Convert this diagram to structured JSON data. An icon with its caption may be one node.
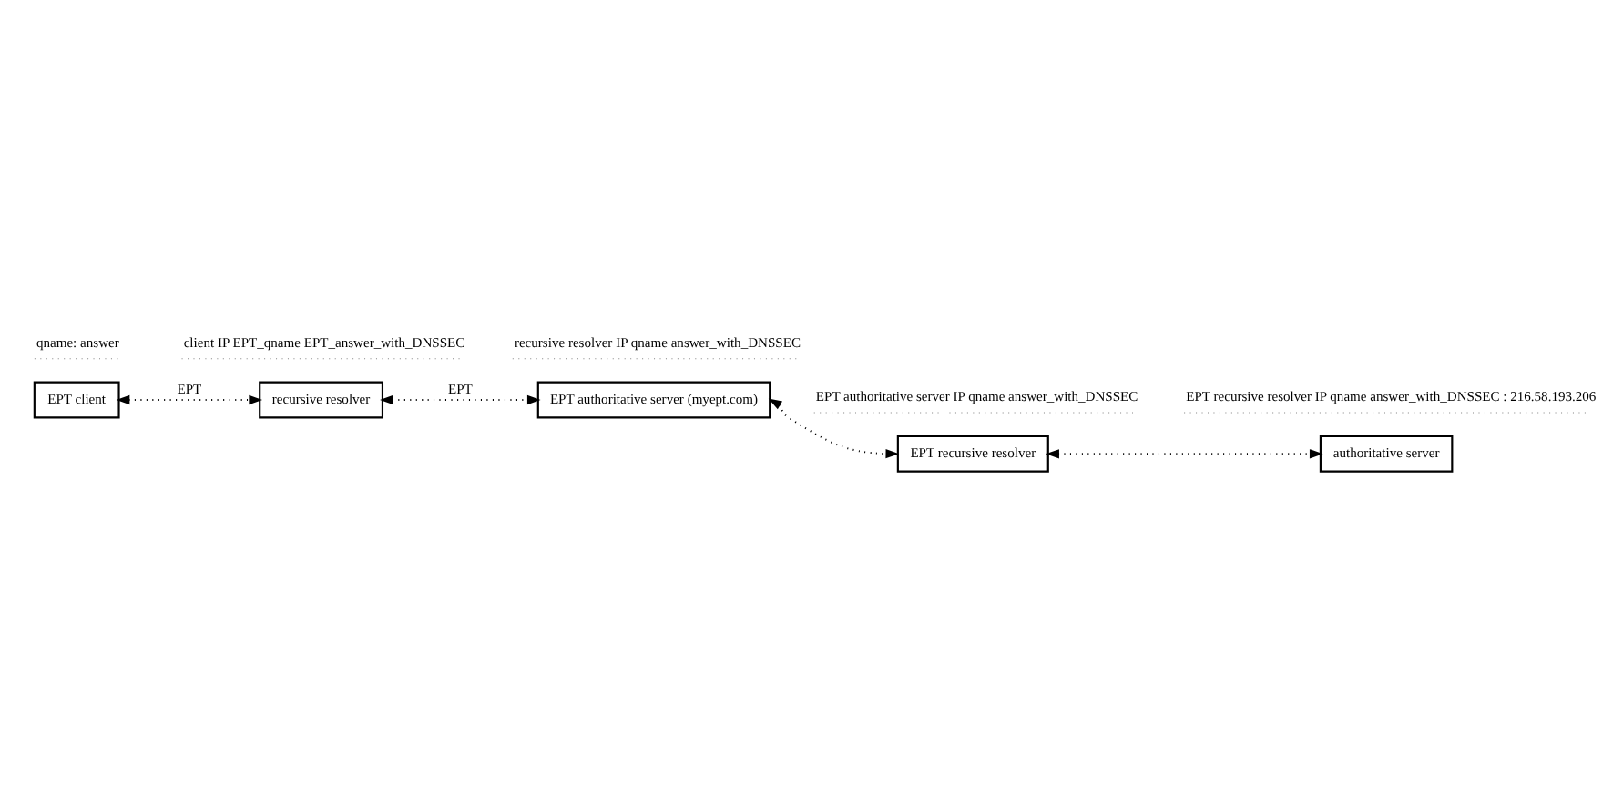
{
  "diagram": {
    "nodes": [
      {
        "text": [
          "EPT client"
        ],
        "beside": [
          "qname: answer"
        ]
      },
      {
        "text": [
          "recursive resolver"
        ],
        "beside": [
          "client IP EPT_qname EPT_answer_with_DNSSEC"
        ]
      },
      {
        "text": [
          "EPT authoritative server (myept.com)"
        ],
        "beside": [
          "recursive resolver IP qname answer_with_DNSSEC"
        ]
      },
      {
        "text": [
          "EPT recursive resolver"
        ],
        "beside": [
          "EPT authoritative server IP qname answer_with_DNSSEC"
        ]
      },
      {
        "text": [
          "authoritative server"
        ],
        "beside": [
          "EPT recursive resolver IP qname answer_with_DNSSEC : 216.58.193.206"
        ]
      }
    ],
    "edges": [
      {
        "from": 0,
        "to": 1,
        "arrow": "both",
        "label": "EPT",
        "style": "dashed"
      },
      {
        "from": 1,
        "to": 2,
        "arrow": "both",
        "label": "EPT",
        "style": "dashed"
      },
      {
        "from": 2,
        "to": 3,
        "arrow": "both",
        "style": "dashed"
      },
      {
        "from": 3,
        "to": 4,
        "arrow": "both",
        "style": "dashed"
      }
    ]
  }
}
